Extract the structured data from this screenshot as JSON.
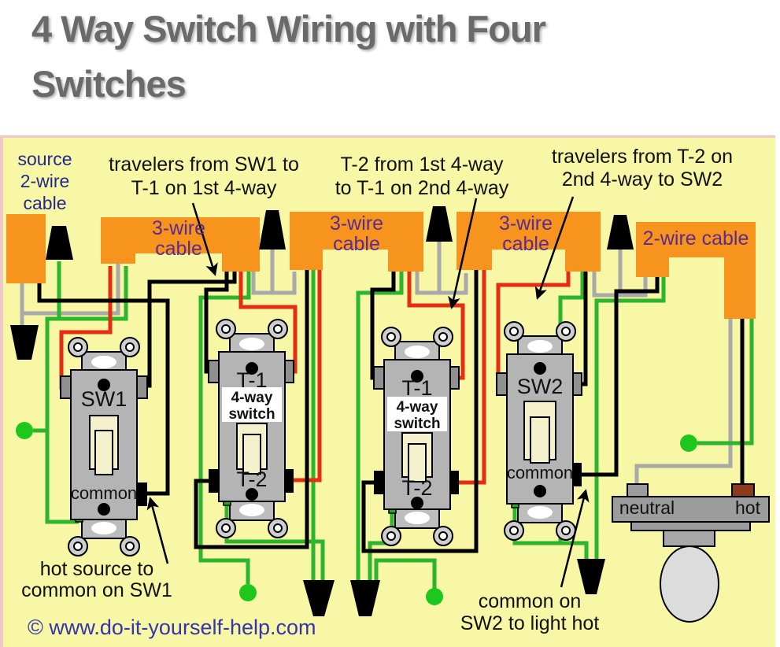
{
  "title": [
    "4 Way Switch Wiring with Four",
    "Switches"
  ],
  "colors": {
    "background": "#f7f7a6",
    "cable_orange": "#f7941e",
    "wire_green": "#2db52d",
    "wire_red": "#e52d12",
    "wire_gray": "#a9a9a9",
    "wire_black": "#000000",
    "label_purple": "#5c2b8d",
    "label_navy": "#26268c",
    "copyright_blue": "#3434ad",
    "title_gray": "#6a6a6a",
    "hot_terminal": "#8b3a1e"
  },
  "annotations": {
    "source_cable": [
      "source",
      "2-wire",
      "cable"
    ],
    "travelers_sw1": [
      "travelers from SW1 to",
      "T-1 on 1st 4-way"
    ],
    "t2_to_t1": [
      "T-2 from 1st 4-way",
      "to T-1 on 2nd 4-way"
    ],
    "travelers_t2": [
      "travelers from T-2 on",
      "2nd 4-way to SW2"
    ],
    "hot_source": [
      "hot source to",
      "common on SW1"
    ],
    "common_sw2": [
      "common on",
      "SW2 to light hot"
    ]
  },
  "cable_labels": {
    "three_wire_1": [
      "3-wire",
      "cable"
    ],
    "three_wire_2": [
      "3-wire",
      "cable"
    ],
    "three_wire_3": [
      "3-wire",
      "cable"
    ],
    "two_wire": "2-wire cable"
  },
  "switches": {
    "sw1": {
      "name": "SW1",
      "terminal": "common"
    },
    "fourway1": {
      "top": "T-1",
      "type": [
        "4-way",
        "switch"
      ],
      "bottom": "T-2"
    },
    "fourway2": {
      "top": "T-1",
      "type": [
        "4-way",
        "switch"
      ],
      "bottom": "T-2"
    },
    "sw2": {
      "name": "SW2",
      "terminal": "common"
    }
  },
  "light": {
    "neutral": "neutral",
    "hot": "hot"
  },
  "copyright": "© www.do-it-yourself-help.com"
}
